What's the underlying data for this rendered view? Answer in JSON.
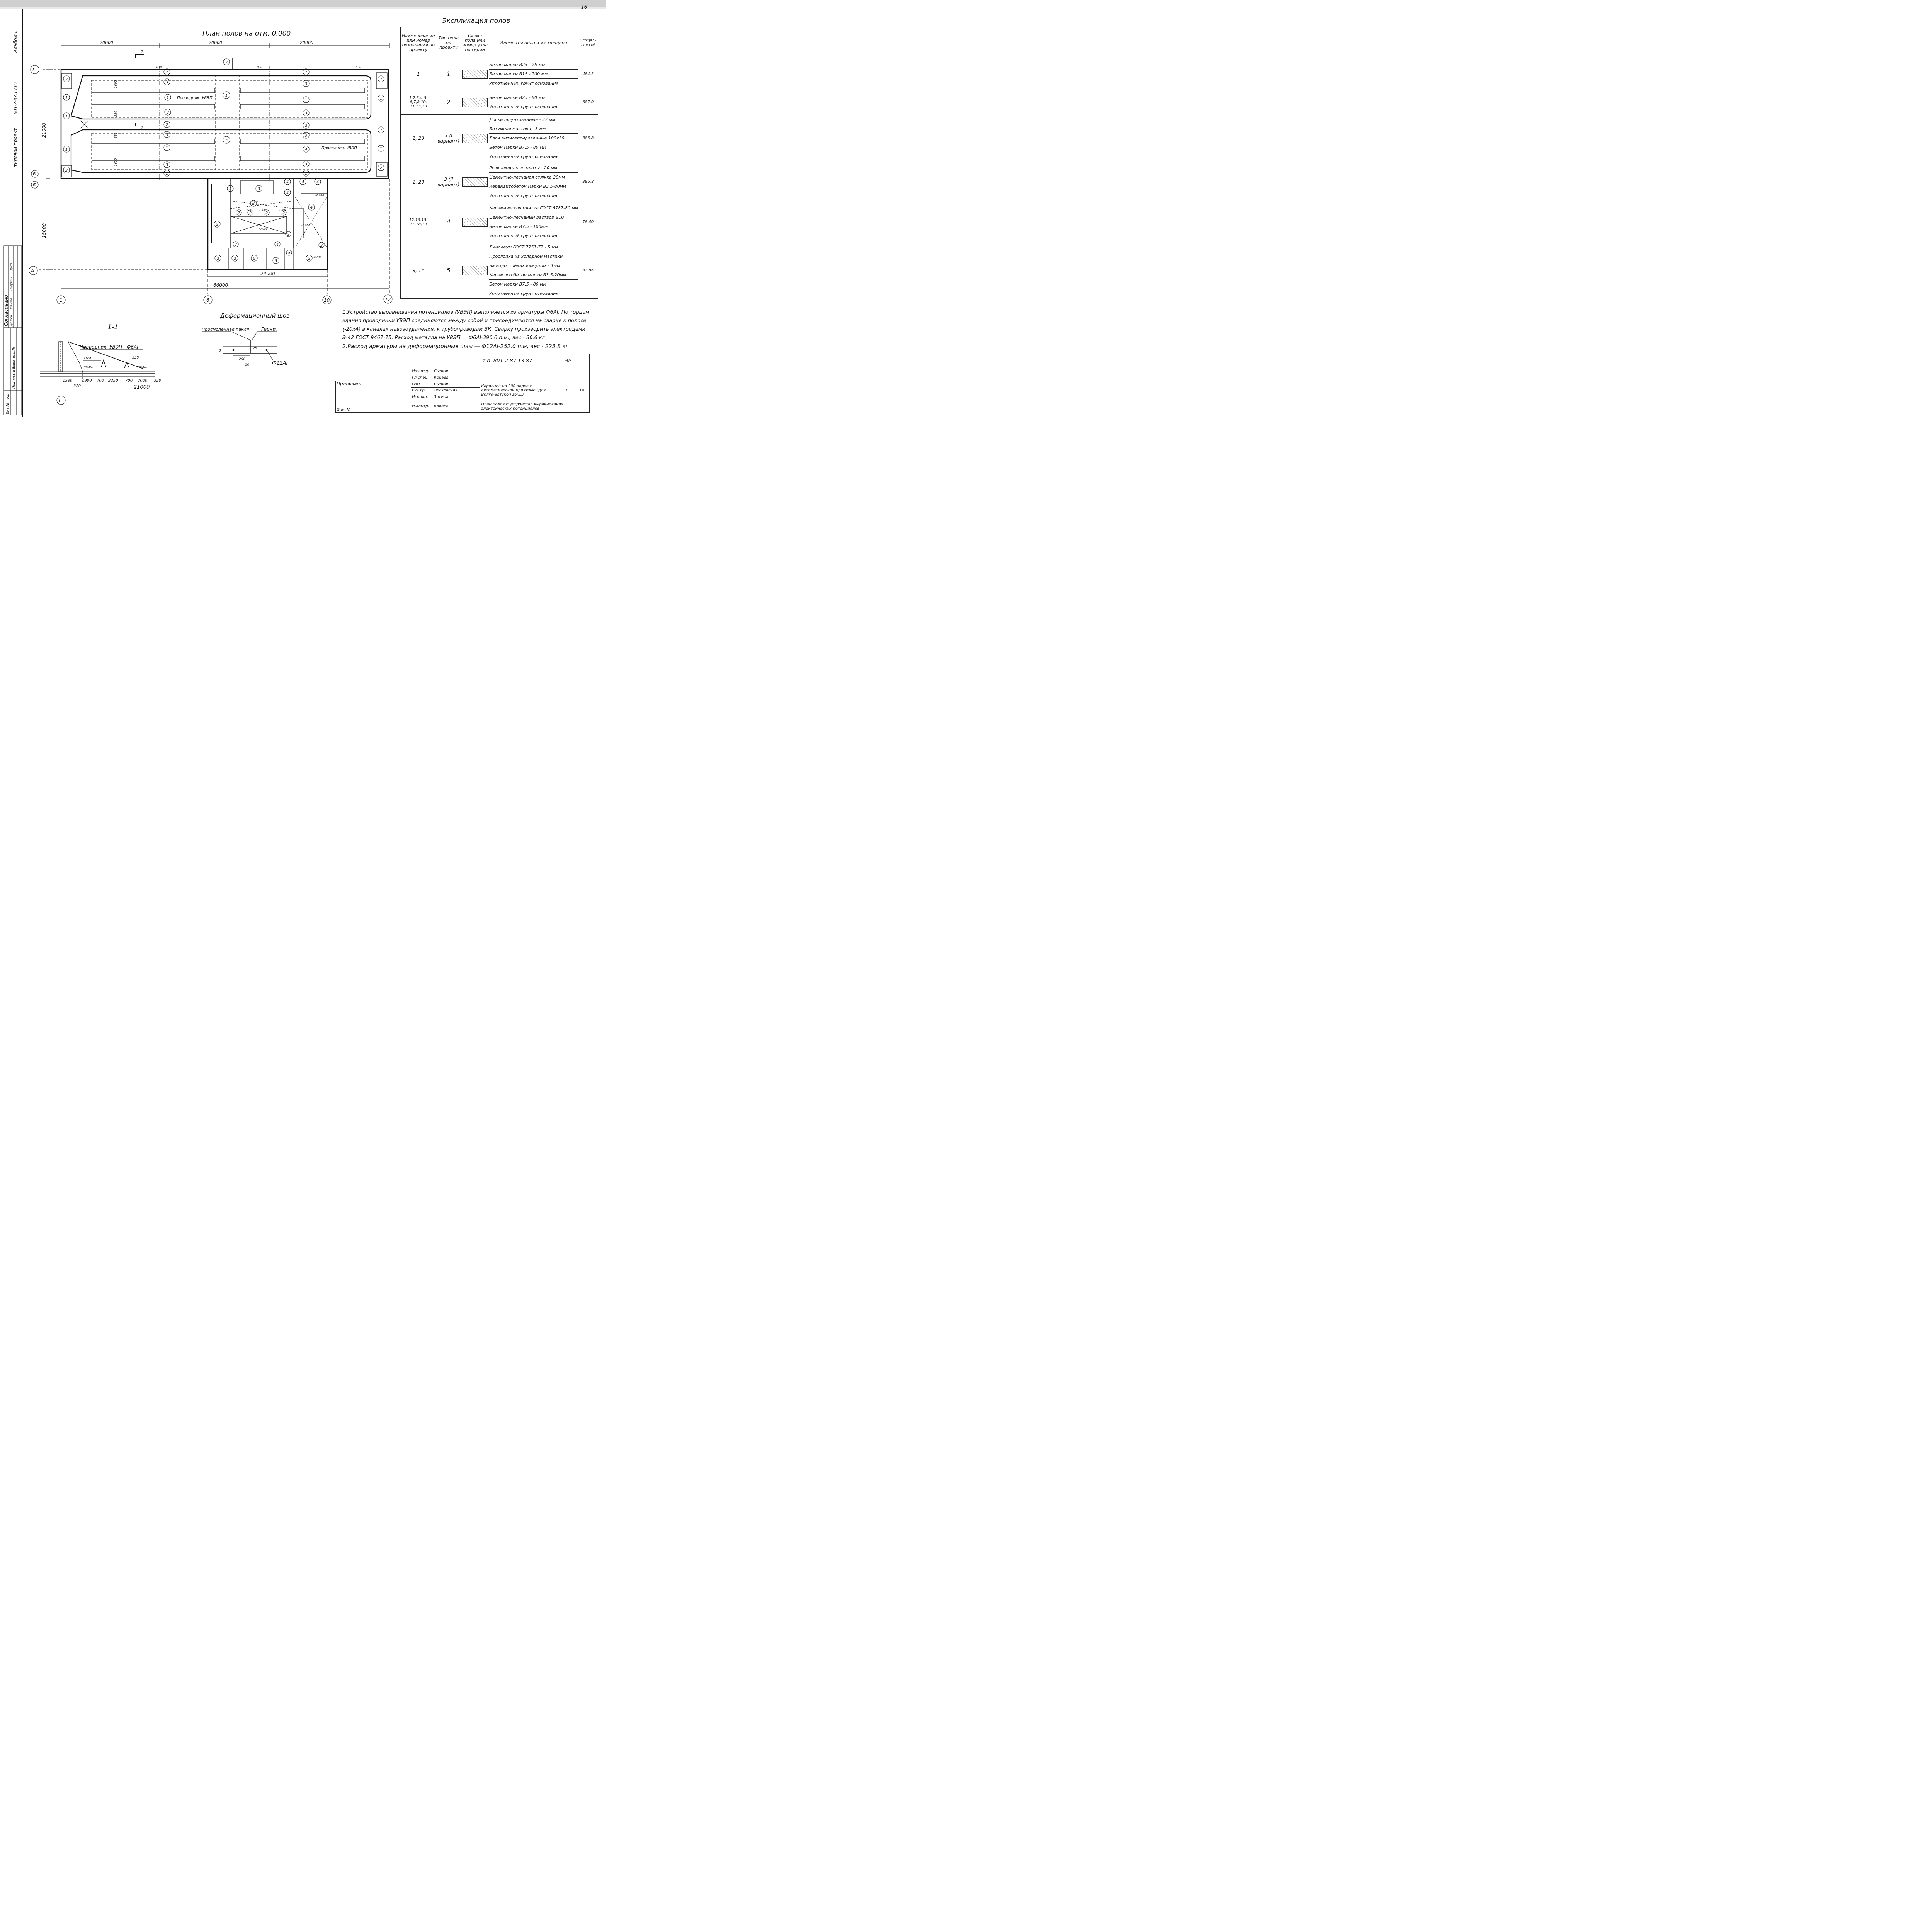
{
  "sheet": {
    "page_number": "16",
    "album": "Альбом II",
    "project_label": "типовой проект",
    "project_code": "801-2-87.13.87"
  },
  "plan": {
    "title": "План полов на отм. 0.000",
    "dim_bays": [
      "20000",
      "20000",
      "20000"
    ],
    "dim_height_top": "21000",
    "dim_height_bottom": "18000",
    "dim_24000": "24000",
    "dim_66000": "66000",
    "axes": [
      "Г",
      "В",
      "Б",
      "А",
      "1",
      "6",
      "10",
      "12"
    ],
    "axis_small": [
      "Д ш",
      "Д ш",
      "Д ш"
    ],
    "conductor_label": "Проводник. УВЭП",
    "section_mark": "1",
    "stall_widths": [
      "1600",
      "350",
      "350",
      "1600"
    ],
    "levels": [
      "-0.050",
      "-0.050",
      "-0.050",
      "-0.050",
      "-0.050"
    ],
    "small_dims": [
      "1300",
      "1300",
      "1300"
    ],
    "room_numbers": [
      "1",
      "2",
      "3",
      "4",
      "5"
    ]
  },
  "section": {
    "title": "1-1",
    "conductor": "Проводник. УВЭП - Ф6АI",
    "dims": [
      "1380",
      "1900",
      "700",
      "2250",
      "700",
      "2000",
      "320",
      "320"
    ],
    "total": "21000",
    "slopes": [
      "i=0.01",
      "i=0.01"
    ],
    "d1600": "1600",
    "d350": "350",
    "axis": "Г"
  },
  "joint": {
    "title": "Деформационный шов",
    "labels": [
      "Просмоленная пакля",
      "Гернит",
      "Ф12АI"
    ],
    "dims": [
      "200",
      "30",
      "25",
      "8"
    ]
  },
  "explication": {
    "title": "Экспликация полов",
    "headers": [
      "Наименование или номер помещения по проекту",
      "Тип пола по проекту",
      "Схема пола или номер узла по серии",
      "Элементы пола и их толщина",
      "Площадь пола м²"
    ],
    "rows": [
      {
        "rooms": "1",
        "type": "1",
        "area": "484.2",
        "elements": [
          "Бетон марки В25 - 25 мм",
          "Бетон марки В15 - 100 мм",
          "Уплотненный грунт основания"
        ]
      },
      {
        "rooms": "1,2,3,4,5, 6,7,8,10, 11,13,20",
        "type": "2",
        "area": "687.0",
        "elements": [
          "Бетон марки В25 - 80 мм",
          "Уплотненный грунт основания"
        ]
      },
      {
        "rooms": "1, 20",
        "type": "3 (I вариант)",
        "area": "386.8",
        "elements": [
          "Доски шпунтованные - 37 мм",
          "Битумная мастика - 3 мм",
          "Лаги антисептированные 100х50",
          "Бетон марки В7.5 - 80 мм",
          "Уплотненный грунт основания"
        ]
      },
      {
        "rooms": "1, 20",
        "type": "3 (II вариант)",
        "area": "386.8",
        "elements": [
          "Резинокордные плиты - 20 мм",
          "Цементно-песчаная стяжка 20мм",
          "Керамзитобетон марки В3.5-80мм",
          "Уплотненный грунт основания"
        ]
      },
      {
        "rooms": "12,16,15, 17,18,19",
        "type": "4",
        "area": "78.40",
        "elements": [
          "Керамическая плитка ГОСТ 6787-80 мм",
          "Цементно-песчаный раствор В10",
          "Бетон марки В7.5 - 100мм",
          "Уплотненный грунт основания"
        ]
      },
      {
        "rooms": "9, 14",
        "type": "5",
        "area": "37.86",
        "elements": [
          "Линолеум ГОСТ 7251-77 - 5 мм",
          "Прослойка из холодной мастики",
          "на водостойких вяжущих - 1мм",
          "Керамзитобетон марки В3.5-20мм",
          "Бетон марки В7.5 - 80 мм",
          "Уплотненный грунт основания"
        ]
      }
    ]
  },
  "notes": [
    "1.Устройство выравнивания потенциалов (УВЭП) выполняется из арматуры Ф6АI. По торцам здания проводники УВЭП соединяются между собой и присоединяются на сварке к полосе (-20х4) в каналах навозоудаления, к трубопроводам ВК. Сварку производить электродами Э-42 ГОСТ 9467-75. Расход металла на УВЭП — Ф6АI-390,0 п.м., вес - 86.6 кг",
    "2.Расход арматуры на деформационные швы — Ф12АI-252.0 п.м, вес - 223.8 кг"
  ],
  "stamp": {
    "code": "т.п. 801-2-87.13.87",
    "sheet_mark": "ЭР",
    "binding": "Привязан:",
    "inv": "Инв. №",
    "roles": [
      "Нач.отд.",
      "Гл.спец.",
      "ГИП",
      "Рук.гр.",
      "Исполн.",
      "Н.контр."
    ],
    "names": [
      "Сыркин",
      "Кокаев",
      "Сыркин",
      "Лесковская",
      "Зохина",
      "Кокаев"
    ],
    "object": "Коровник на 200 коров с автоматической привязью (для Волго-Вятской зоны)",
    "sheet_name": "План полов и устройство выравнивания электрических потенциалов",
    "stage": "Р",
    "sheet_no": "14"
  },
  "margin": {
    "agreed": "Согласовано",
    "stamp_rows": [
      "Должн.",
      "Фамил.",
      "Подпись",
      "Дата"
    ],
    "inv": "Инв.№ подл.",
    "sign": "Подпись и дата",
    "replace": "Взам. инв.№"
  }
}
